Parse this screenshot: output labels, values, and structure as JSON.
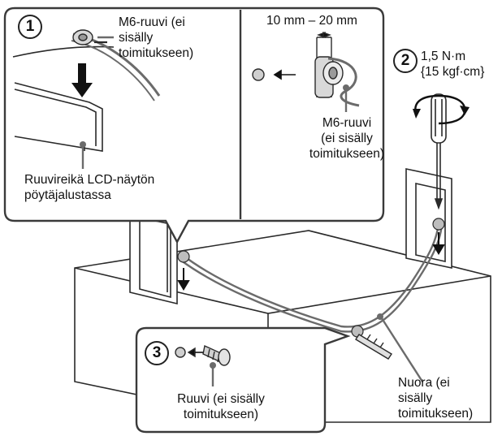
{
  "step1": {
    "number": "1",
    "screw_label": [
      "M6-ruuvi (ei",
      "sisälly",
      "toimitukseen)"
    ],
    "hole_label": [
      "Ruuvireikä LCD-näytön",
      "pöytäjalustassa"
    ]
  },
  "step1b": {
    "dimension": "10 mm – 20 mm",
    "screw_label": [
      "M6-ruuvi",
      "(ei sisälly",
      "toimitukseen)"
    ]
  },
  "step2": {
    "number": "2",
    "torque": [
      "1,5 N·m",
      "{15 kgf·cm}"
    ]
  },
  "step3": {
    "number": "3",
    "screw_label": [
      "Ruuvi (ei sisälly",
      "toimitukseen)"
    ]
  },
  "cord": {
    "label": [
      "Nuora (ei",
      "sisälly",
      "toimitukseen)"
    ]
  },
  "colors": {
    "callout_border": "#3a3a3a",
    "line": "#2a2a2a",
    "hole": "#9a9a9a"
  }
}
